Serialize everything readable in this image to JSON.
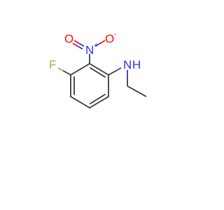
{
  "molecule": {
    "atoms": {
      "fluorine": "F",
      "nitrogen_nitro": "N",
      "nitro_charge": "+",
      "oxygen_double": "O",
      "oxygen_single": "O",
      "oxygen_charge": "-",
      "amine_n": "N",
      "amine_h": "H"
    },
    "colors": {
      "bond": "#3a3a3a",
      "fluorine": "#8fbf3f",
      "nitrogen": "#2b35e0",
      "oxygen": "#ff0d0d",
      "carbon_text": "#000000"
    }
  }
}
